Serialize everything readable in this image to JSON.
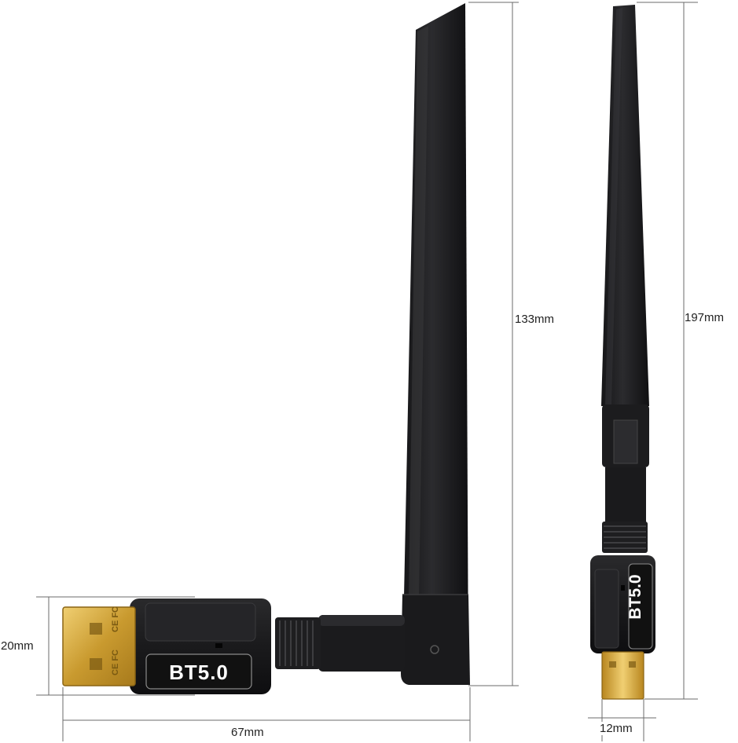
{
  "dimensions": {
    "left_height": "133mm",
    "right_height": "197mm",
    "usb_height": "20mm",
    "total_width": "67mm",
    "side_width": "12mm"
  },
  "labels": {
    "badge_front": "BT5.0",
    "badge_side": "BT5.0",
    "plug_marks": "CE FC"
  },
  "colors": {
    "body": "#1c1c1e",
    "antenna": "#222224",
    "gold": "#d7a93c",
    "dimension_line": "#6b6b6b"
  }
}
